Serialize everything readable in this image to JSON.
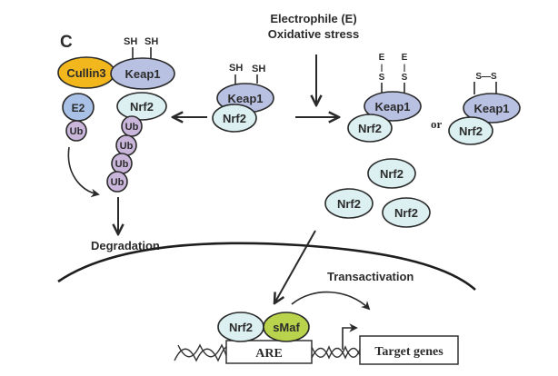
{
  "panel_label": "C",
  "colors": {
    "keap1": "#b9c1e3",
    "nrf2": "#dcf0f2",
    "cullin3": "#f3b71e",
    "e2": "#a9c1e6",
    "ub": "#c9b6da",
    "smaf": "#b9d34c",
    "line": "#2a2a2a"
  },
  "stimulus": {
    "line1": "Electrophile (E)",
    "line2": "Oxidative stress"
  },
  "left_complex": {
    "cullin3": "Cullin3",
    "keap1": "Keap1",
    "nrf2": "Nrf2",
    "e2": "E2",
    "ub_on_e2": "Ub",
    "ub_chain": [
      "Ub",
      "Ub",
      "Ub",
      "Ub"
    ],
    "thiols": [
      "SH",
      "SH"
    ]
  },
  "center_complex": {
    "keap1": "Keap1",
    "nrf2": "Nrf2",
    "thiols": [
      "SH",
      "SH"
    ]
  },
  "modified_complex_1": {
    "keap1": "Keap1",
    "nrf2": "Nrf2",
    "adducts": [
      {
        "top": "E",
        "bond": "|",
        "bottom": "S"
      },
      {
        "top": "E",
        "bond": "|",
        "bottom": "S"
      }
    ]
  },
  "or_label": "or",
  "modified_complex_2": {
    "keap1": "Keap1",
    "nrf2": "Nrf2",
    "disulfide": "S—S"
  },
  "free_nrf2": [
    "Nrf2",
    "Nrf2",
    "Nrf2"
  ],
  "degradation_label": "Degradation",
  "nucleus": {
    "transactivation_label": "Transactivation",
    "nrf2": "Nrf2",
    "smaf": "sMaf",
    "are_label": "ARE",
    "target_genes_label": "Target genes"
  }
}
